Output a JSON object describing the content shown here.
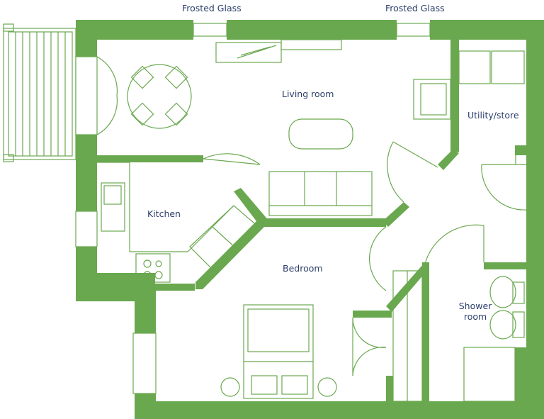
{
  "labels": {
    "frosted_glass_left": "Frosted Glass",
    "frosted_glass_right": "Frosted Glass",
    "living_room": "Living room",
    "utility_store": "Utility/store",
    "kitchen": "Kitchen",
    "bedroom": "Bedroom",
    "shower_room_line1": "Shower",
    "shower_room_line2": "room"
  },
  "colors": {
    "wall": "#6aa84f",
    "line": "#6aa84f",
    "text": "#2c3f6b",
    "background": "#ffffff"
  }
}
